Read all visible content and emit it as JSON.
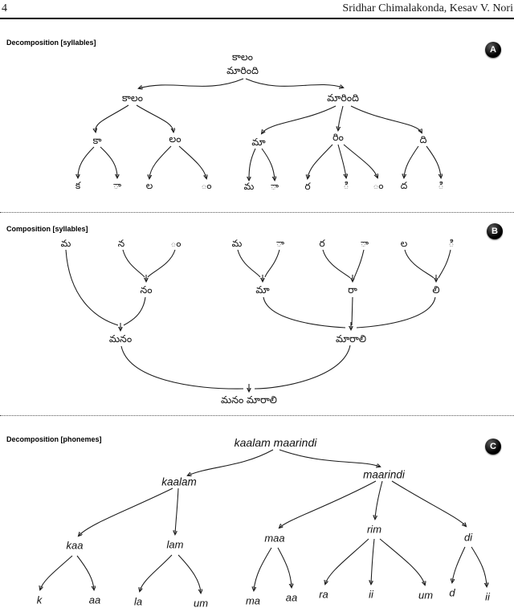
{
  "header": {
    "page_number": "4",
    "authors": "Sridhar Chimalakonda, Kesav V. Nori"
  },
  "colors": {
    "text": "#1a1a1a",
    "badge_background": "#111111",
    "page_background": "#ffffff"
  },
  "panels": {
    "a": {
      "label": "Decomposition [syllables]",
      "badge": "A",
      "root_line1": "కాలం",
      "root_line2": "మారింది",
      "level2": [
        "కాలం",
        "మారింది"
      ],
      "level3": [
        "కా",
        "లం",
        "మా",
        "రిం",
        "ది"
      ],
      "leaves": [
        "క",
        "◌ా",
        "ల",
        "◌ం",
        "మ",
        "◌ా",
        "ర",
        "◌ి",
        "◌ం",
        "ద",
        "◌ి"
      ]
    },
    "b": {
      "label": "Composition [syllables]",
      "badge": "B",
      "leaves": [
        "మ",
        "న",
        "◌ం",
        "మ",
        "◌ా",
        "ర",
        "◌ా",
        "ల",
        "◌ి"
      ],
      "level2": [
        "నం",
        "మా",
        "రా",
        "లి"
      ],
      "level3": [
        "మనం",
        "మారాలి"
      ],
      "root": "మనం మారాలి"
    },
    "c": {
      "label": "Decomposition [phonemes]",
      "badge": "C",
      "root": "kaalam maarindi",
      "level2": [
        "kaalam",
        "maarindi"
      ],
      "level3": [
        "kaa",
        "lam",
        "maa",
        "rim",
        "di"
      ],
      "leaves": [
        "k",
        "aa",
        "la",
        "um",
        "ma",
        "aa",
        "ra",
        "ii",
        "um",
        "d",
        "ii"
      ]
    }
  }
}
